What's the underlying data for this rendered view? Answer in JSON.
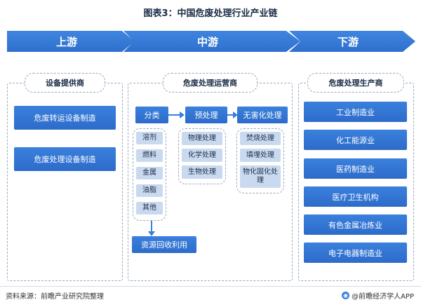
{
  "title": "图表3：中国危废处理行业产业链",
  "stages": {
    "upstream": "上游",
    "midstream": "中游",
    "downstream": "下游"
  },
  "upstream": {
    "header": "设备提供商",
    "items": [
      "危废转运设备制造",
      "危废处理设备制造"
    ]
  },
  "midstream": {
    "header": "危废处理运营商",
    "flow": {
      "classify": "分类",
      "pretreat": "预处理",
      "harmless": "无害化处理"
    },
    "classify_items": [
      "溶剂",
      "燃料",
      "金属",
      "油脂",
      "其他"
    ],
    "pretreat_items": [
      "物理处理",
      "化学处理",
      "生物处理"
    ],
    "harmless_items": [
      "焚烧处理",
      "填埋处理",
      "物化固化处理"
    ],
    "recycle": "资源回收利用"
  },
  "downstream": {
    "header": "危废处理生产商",
    "items": [
      "工业制造业",
      "化工能源业",
      "医药制造业",
      "医疗卫生机构",
      "有色金属冶炼业",
      "电子电器制造业"
    ]
  },
  "footer": {
    "source": "资料来源：前瞻产业研究院整理",
    "brand": "@前瞻经济学人APP"
  }
}
